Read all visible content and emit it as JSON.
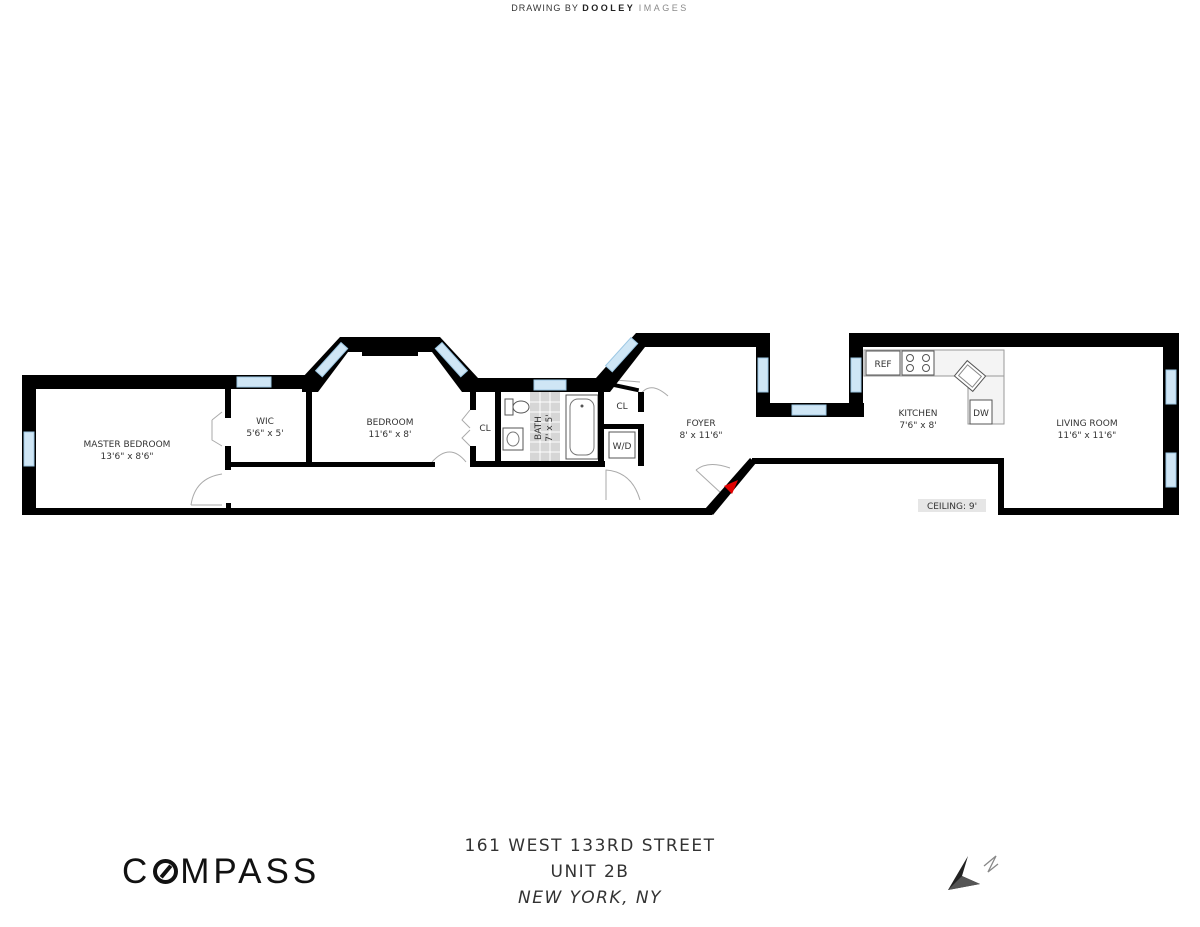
{
  "credit": {
    "prefix": "DRAWING BY",
    "brand": "DOOLEY",
    "brand2": "IMAGES"
  },
  "rooms": {
    "master_bedroom": {
      "name": "MASTER BEDROOM",
      "dims": "13'6\" x 8'6\""
    },
    "wic": {
      "name": "WIC",
      "dims": "5'6\" x 5'"
    },
    "bedroom": {
      "name": "BEDROOM",
      "dims": "11'6\" x 8'"
    },
    "bedroom_closet": "CL",
    "bath": {
      "name": "BATH",
      "dims": "7' x 5'"
    },
    "foyer_closet": "CL",
    "washer_dryer": "W/D",
    "foyer": {
      "name": "FOYER",
      "dims": "8' x 11'6\""
    },
    "kitchen": {
      "name": "KITCHEN",
      "dims": "7'6\" x 8'"
    },
    "living_room": {
      "name": "LIVING ROOM",
      "dims": "11'6\" x 11'6\""
    }
  },
  "fixtures": {
    "refrigerator": "REF",
    "dishwasher": "DW"
  },
  "ceiling": "CEILING: 9'",
  "logo": {
    "pre": "C",
    "post": "MPASS"
  },
  "address": {
    "line1": "161 WEST 133RD STREET",
    "line2": "UNIT 2B",
    "line3": "NEW YORK, NY"
  },
  "colors": {
    "wall": "#000000",
    "window": "#cfe6f5",
    "entry_marker": "#e00000",
    "ceiling_tag": "#e6e6e6"
  }
}
